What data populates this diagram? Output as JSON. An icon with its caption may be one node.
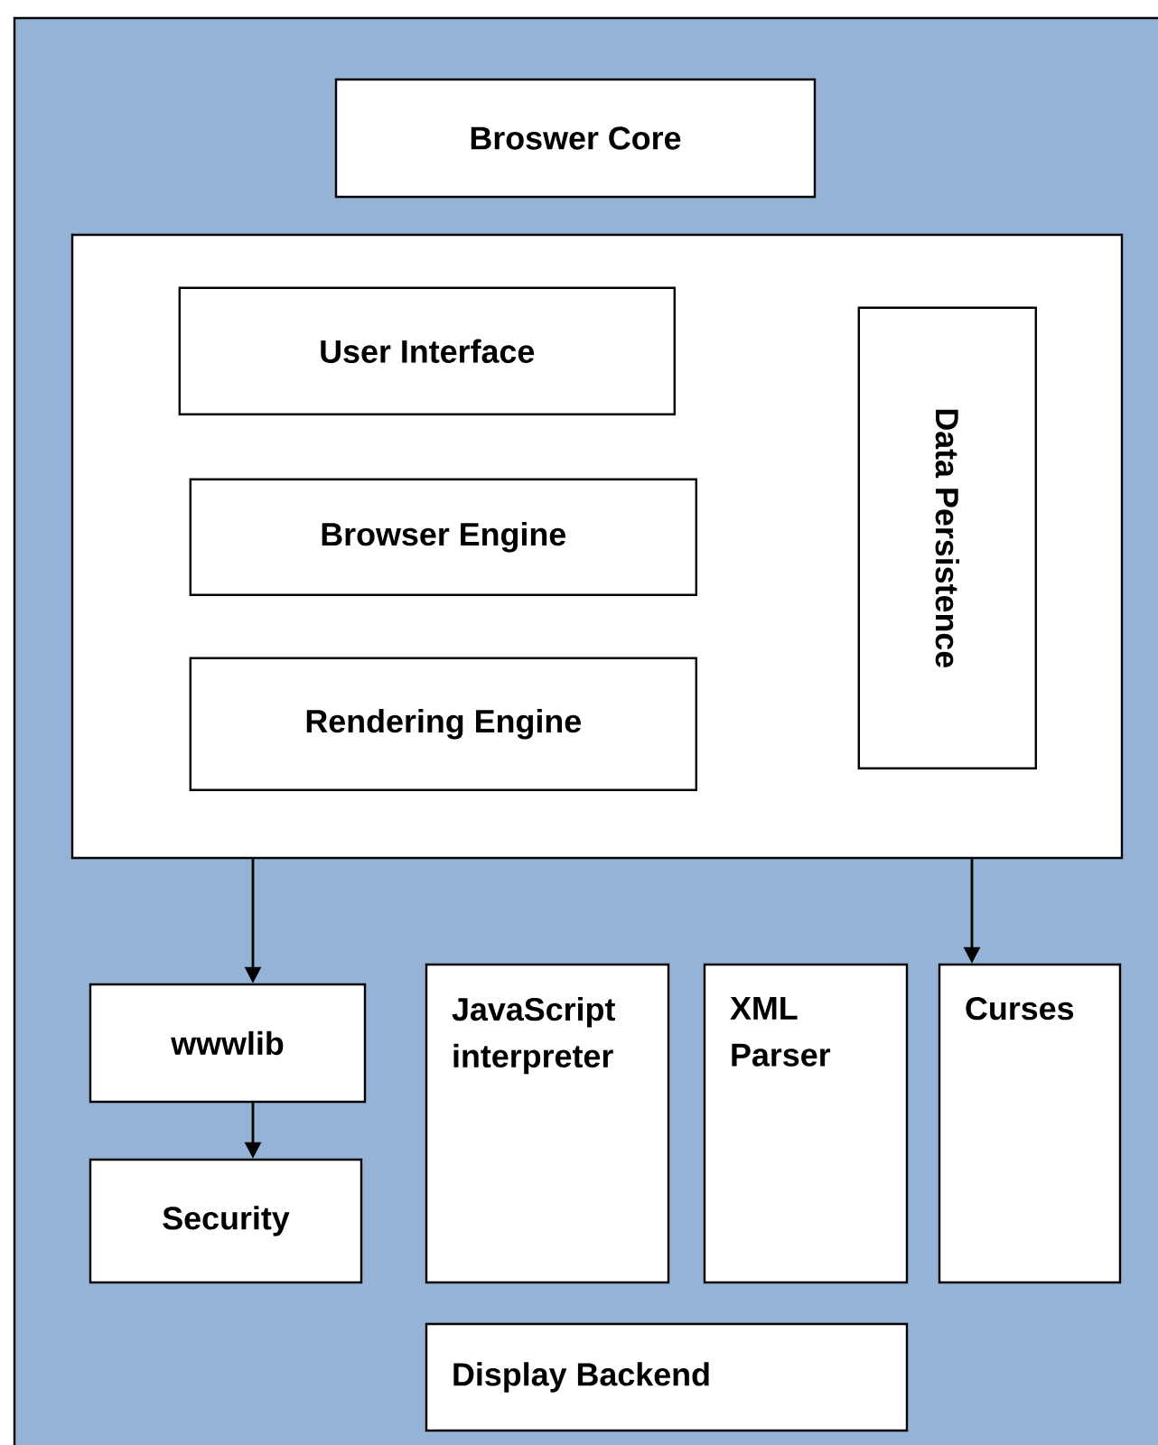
{
  "diagram": {
    "nodes": [
      {
        "text": [
          "Broswer Core"
        ]
      },
      {
        "text": [],
        "shape": "box"
      },
      {
        "text": [
          "User Interface"
        ],
        "in": 1
      },
      {
        "text": [
          "Browser Engine"
        ],
        "in": 1
      },
      {
        "text": [
          "Rendering Engine"
        ],
        "in": 1
      },
      {
        "text": [
          "Data Persistence"
        ],
        "in": 1
      },
      {
        "text": [
          "wwwlib"
        ]
      },
      {
        "text": [
          "Security"
        ]
      },
      {
        "text": [
          "JavaScript interpreter"
        ]
      },
      {
        "text": [
          "XML Parser"
        ]
      },
      {
        "text": [
          "Curses"
        ]
      },
      {
        "text": [
          "Display Backend"
        ]
      }
    ],
    "edges": [
      {
        "from": 1,
        "to": 6,
        "arrow": "to"
      },
      {
        "from": 6,
        "to": 7,
        "arrow": "to"
      },
      {
        "from": 1,
        "to": 10,
        "arrow": "to"
      }
    ]
  }
}
